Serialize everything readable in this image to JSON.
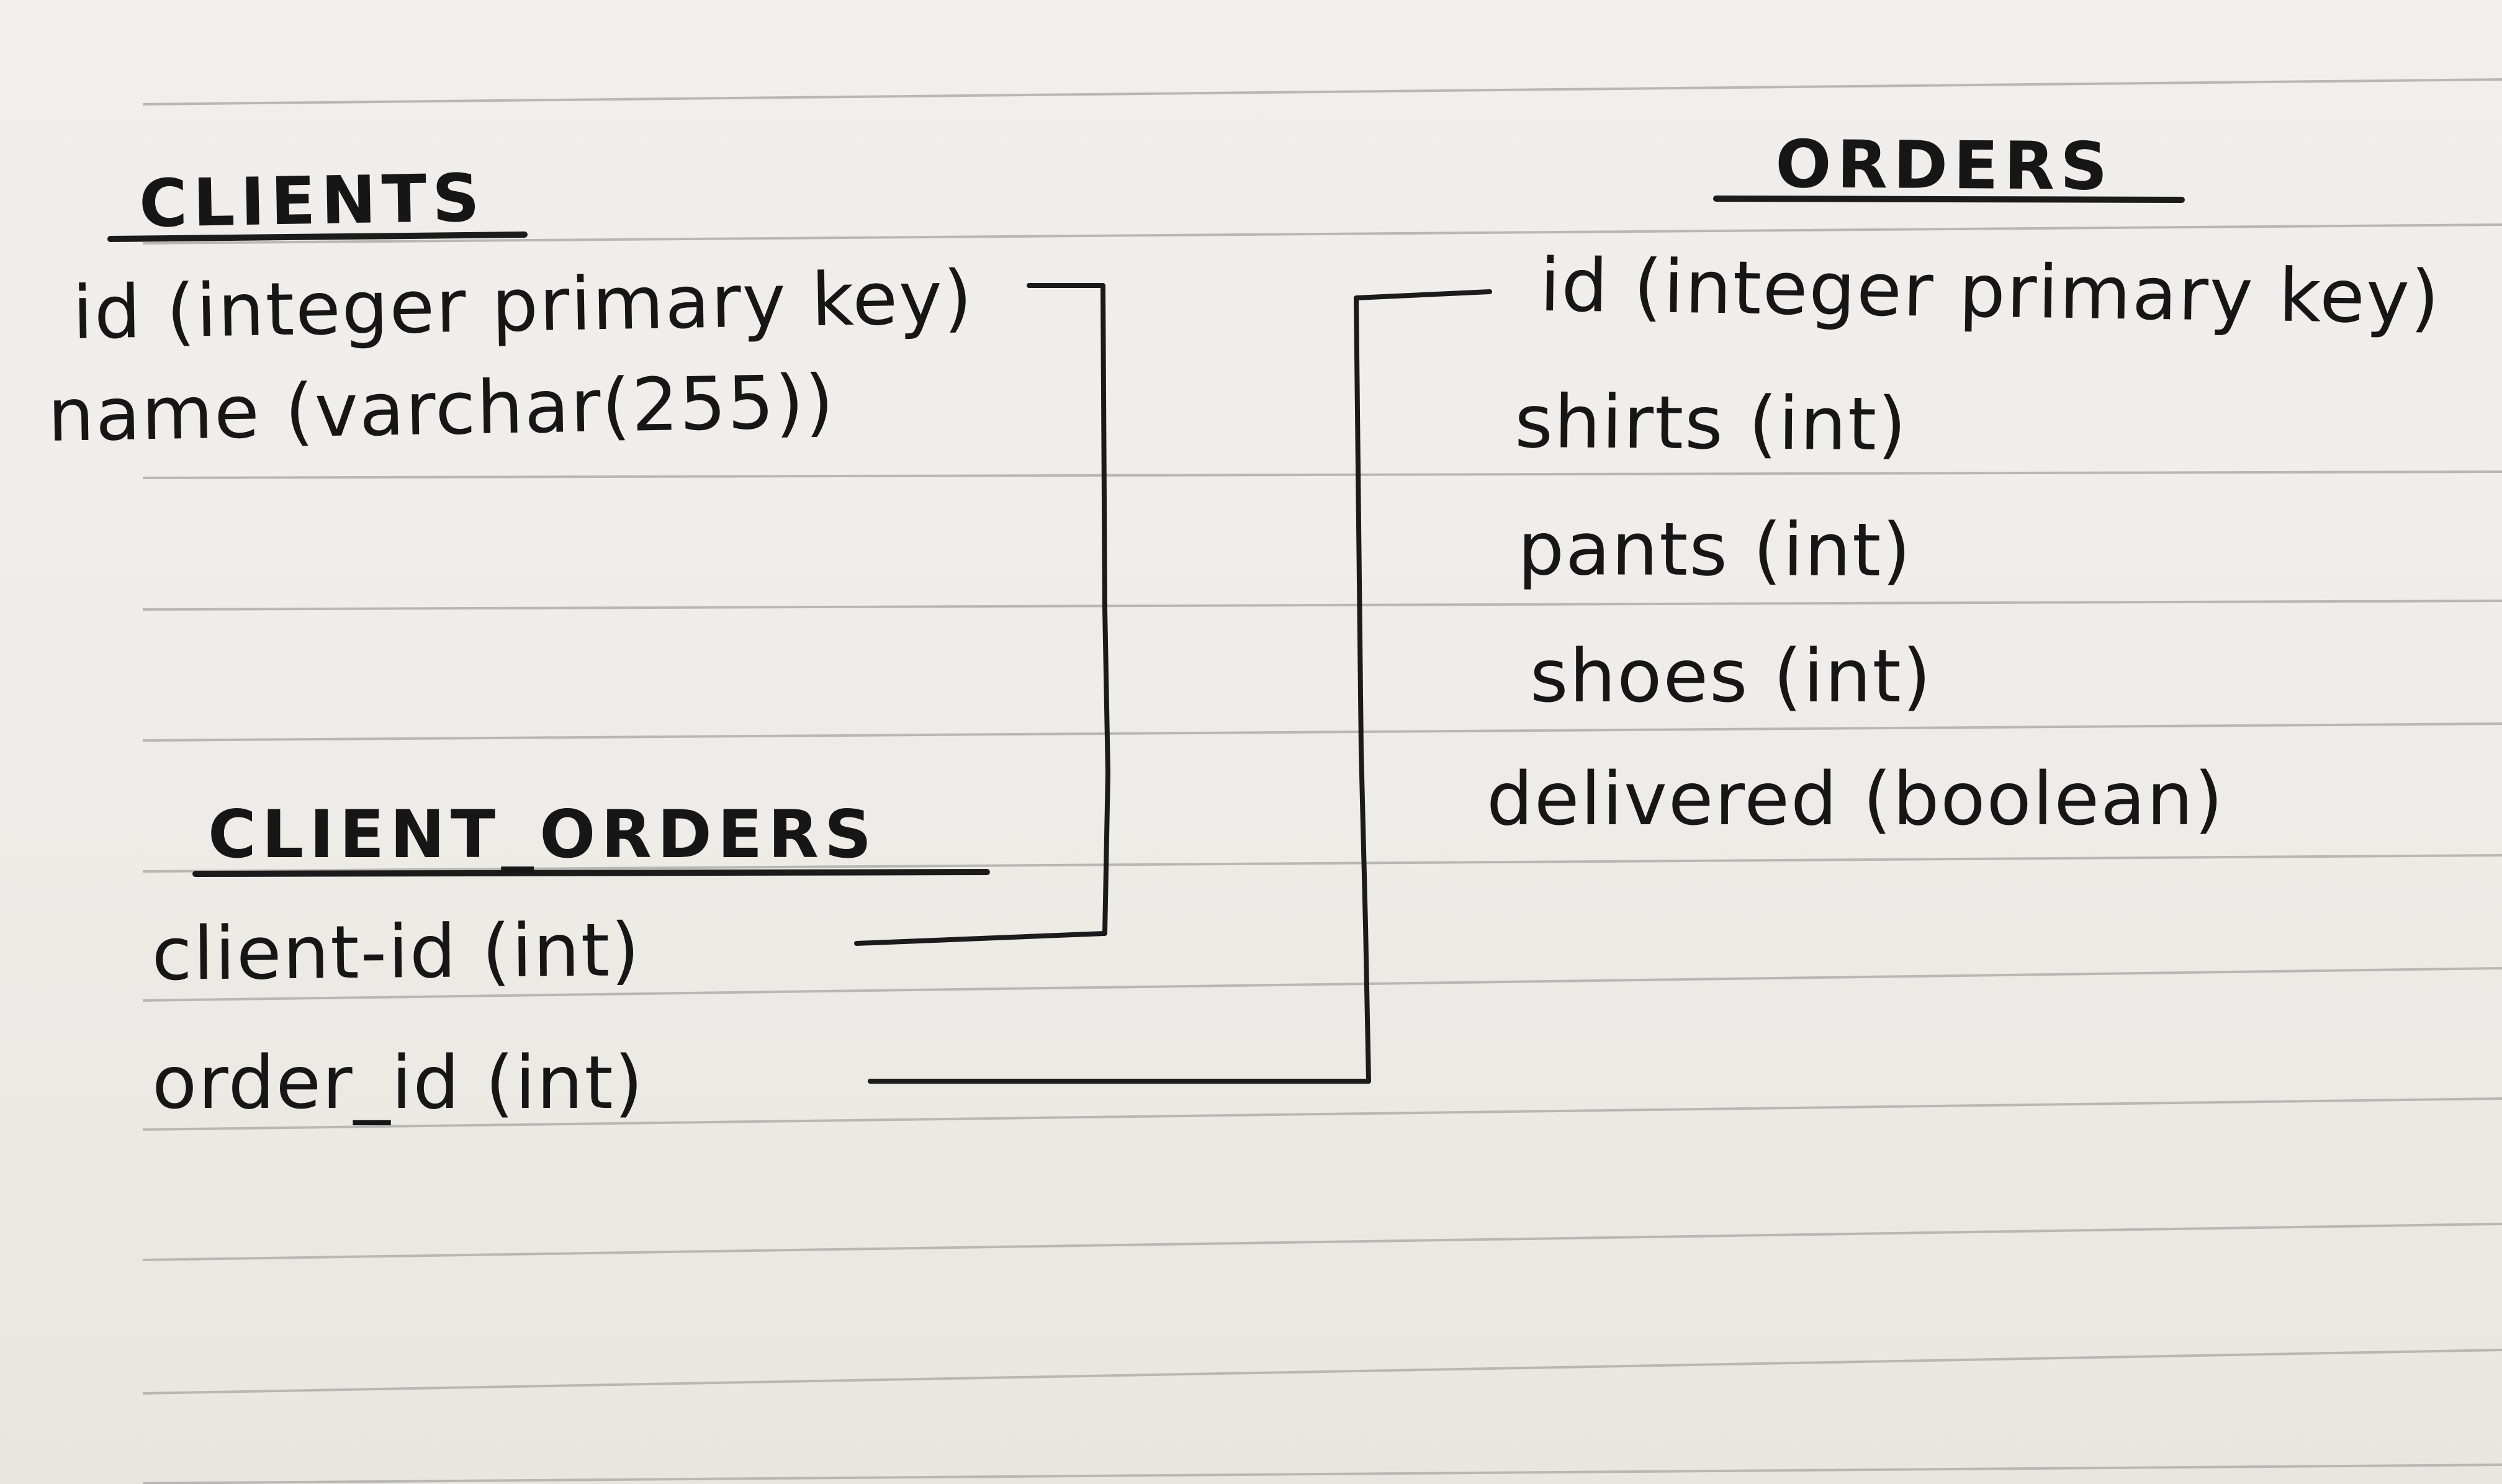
{
  "tables": [
    {
      "id": "clients",
      "title": "CLIENTS",
      "fields": [
        "id (integer primary key)",
        "name (varchar(255))"
      ]
    },
    {
      "id": "orders",
      "title": "ORDERS",
      "fields": [
        "id (integer primary key)",
        "shirts (int)",
        "pants (int)",
        "shoes (int)",
        "delivered (boolean)"
      ]
    },
    {
      "id": "client-orders",
      "title": "CLIENT_ORDERS",
      "fields": [
        "client-id (int)",
        "order_id (int)"
      ]
    }
  ],
  "relationships": [
    {
      "from_table": "client-orders",
      "from_field": "client-id (int)",
      "to_table": "clients",
      "to_field": "id (integer primary key)"
    },
    {
      "from_table": "client-orders",
      "from_field": "order_id (int)",
      "to_table": "orders",
      "to_field": "id (integer primary key)"
    }
  ],
  "colors": {
    "ink": "#161616",
    "paper": "#efede9",
    "rule_line": "#b9b7b4"
  }
}
